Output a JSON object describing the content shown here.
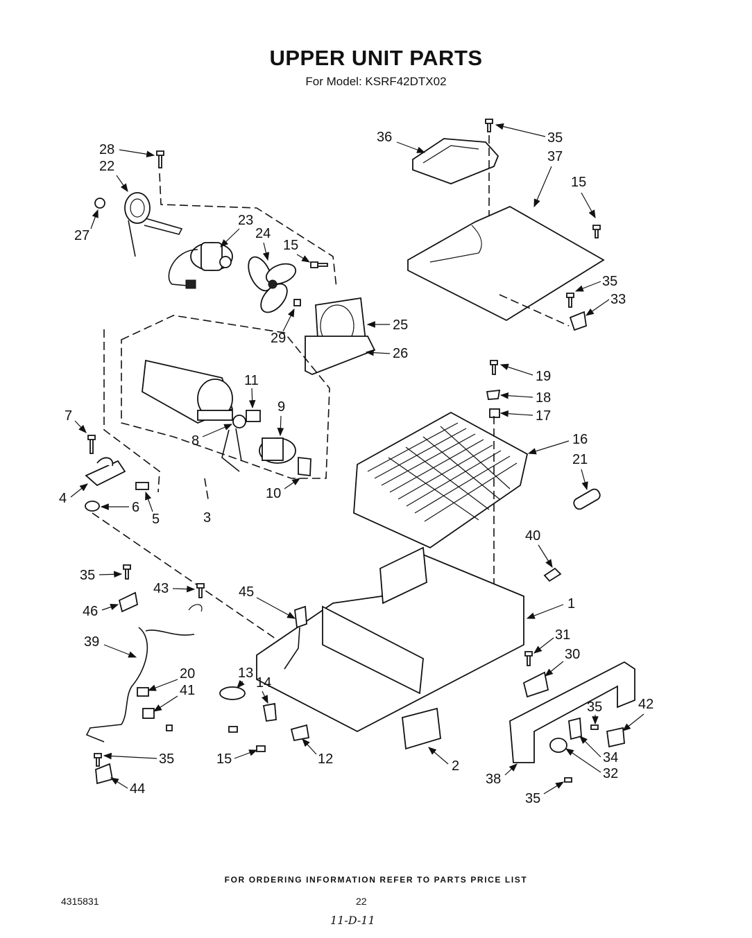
{
  "header": {
    "title": "UPPER UNIT PARTS",
    "subtitle": "For Model: KSRF42DTX02"
  },
  "footer": {
    "note": "FOR ORDERING INFORMATION REFER TO PARTS PRICE LIST",
    "doc_number": "4315831",
    "page_number": "22",
    "date_mark": "11-D-11"
  },
  "callouts": [
    "1",
    "2",
    "3",
    "4",
    "5",
    "6",
    "7",
    "8",
    "9",
    "10",
    "11",
    "12",
    "13",
    "14",
    "15",
    "15",
    "15",
    "15",
    "16",
    "17",
    "18",
    "19",
    "20",
    "21",
    "22",
    "23",
    "24",
    "25",
    "26",
    "27",
    "28",
    "29",
    "30",
    "31",
    "32",
    "33",
    "34",
    "35",
    "35",
    "35",
    "35",
    "35",
    "35",
    "35",
    "36",
    "37",
    "38",
    "39",
    "40",
    "41",
    "42",
    "43",
    "44",
    "45",
    "46"
  ]
}
